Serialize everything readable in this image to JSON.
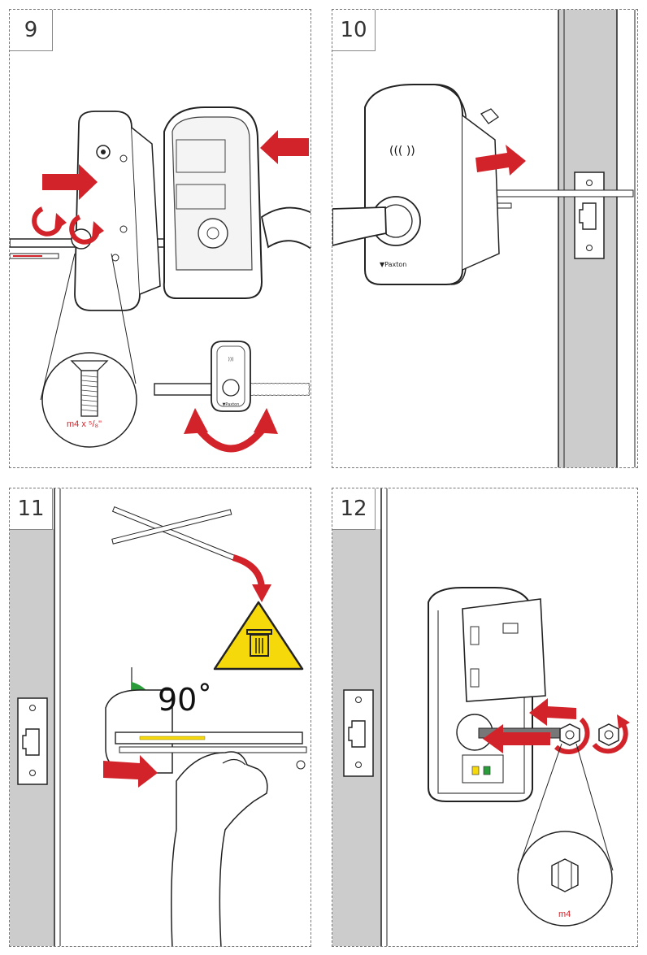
{
  "steps": [
    {
      "number": "9",
      "screw_label": "m4 x ⁵/₈\""
    },
    {
      "number": "10"
    },
    {
      "number": "11",
      "angle_label": "90˚"
    },
    {
      "number": "12",
      "nut_label": "m4"
    }
  ],
  "colors": {
    "arrow_red": "#d2232a",
    "warning_yellow": "#f5d90a",
    "angle_green": "#2a9d3a",
    "wall_grey": "#cccccc",
    "outline": "#222222"
  },
  "icons": [
    "rotate-arrow-icon",
    "push-arrow-icon",
    "recycle-bin-warning-icon",
    "paxton-logo-icon"
  ]
}
